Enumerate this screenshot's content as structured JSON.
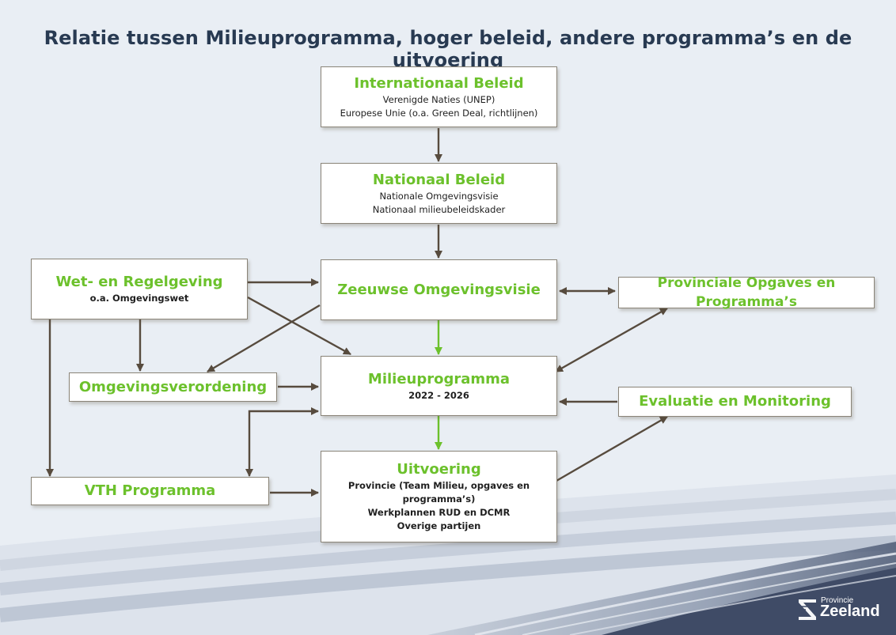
{
  "title": "Relatie tussen Milieuprogramma, hoger beleid, andere programma’s en de uitvoering",
  "boxes": {
    "internationaal": {
      "title": "Internationaal Beleid",
      "lines": [
        "Verenigde Naties (UNEP)",
        "Europese Unie (o.a. Green Deal, richtlijnen)"
      ]
    },
    "nationaal": {
      "title": "Nationaal Beleid",
      "lines": [
        "Nationale Omgevingsvisie",
        "Nationaal milieubeleidskader"
      ]
    },
    "wet": {
      "title": "Wet- en Regelgeving",
      "lines": [
        "o.a. Omgevingswet"
      ]
    },
    "zeeuwse": {
      "title": "Zeeuwse Omgevingsvisie"
    },
    "provinciale": {
      "title": "Provinciale Opgaves en Programma’s"
    },
    "verordening": {
      "title": "Omgevingsverordening"
    },
    "milieu": {
      "title": "Milieuprogramma",
      "lines": [
        "2022 - 2026"
      ]
    },
    "evaluatie": {
      "title": "Evaluatie en Monitoring"
    },
    "vth": {
      "title": "VTH Programma"
    },
    "uitvoering": {
      "title": "Uitvoering",
      "lines": [
        "Provincie (Team Milieu, opgaves en",
        "programma’s)",
        "Werkplannen RUD en DCMR",
        "Overige partijen"
      ]
    }
  },
  "logo": {
    "small": "Provincie",
    "big": "Zeeland"
  },
  "colors": {
    "accent_green": "#6cc12c",
    "title_navy": "#283a52",
    "arrow_brown": "#574b3e",
    "background": "#e9eef4"
  }
}
